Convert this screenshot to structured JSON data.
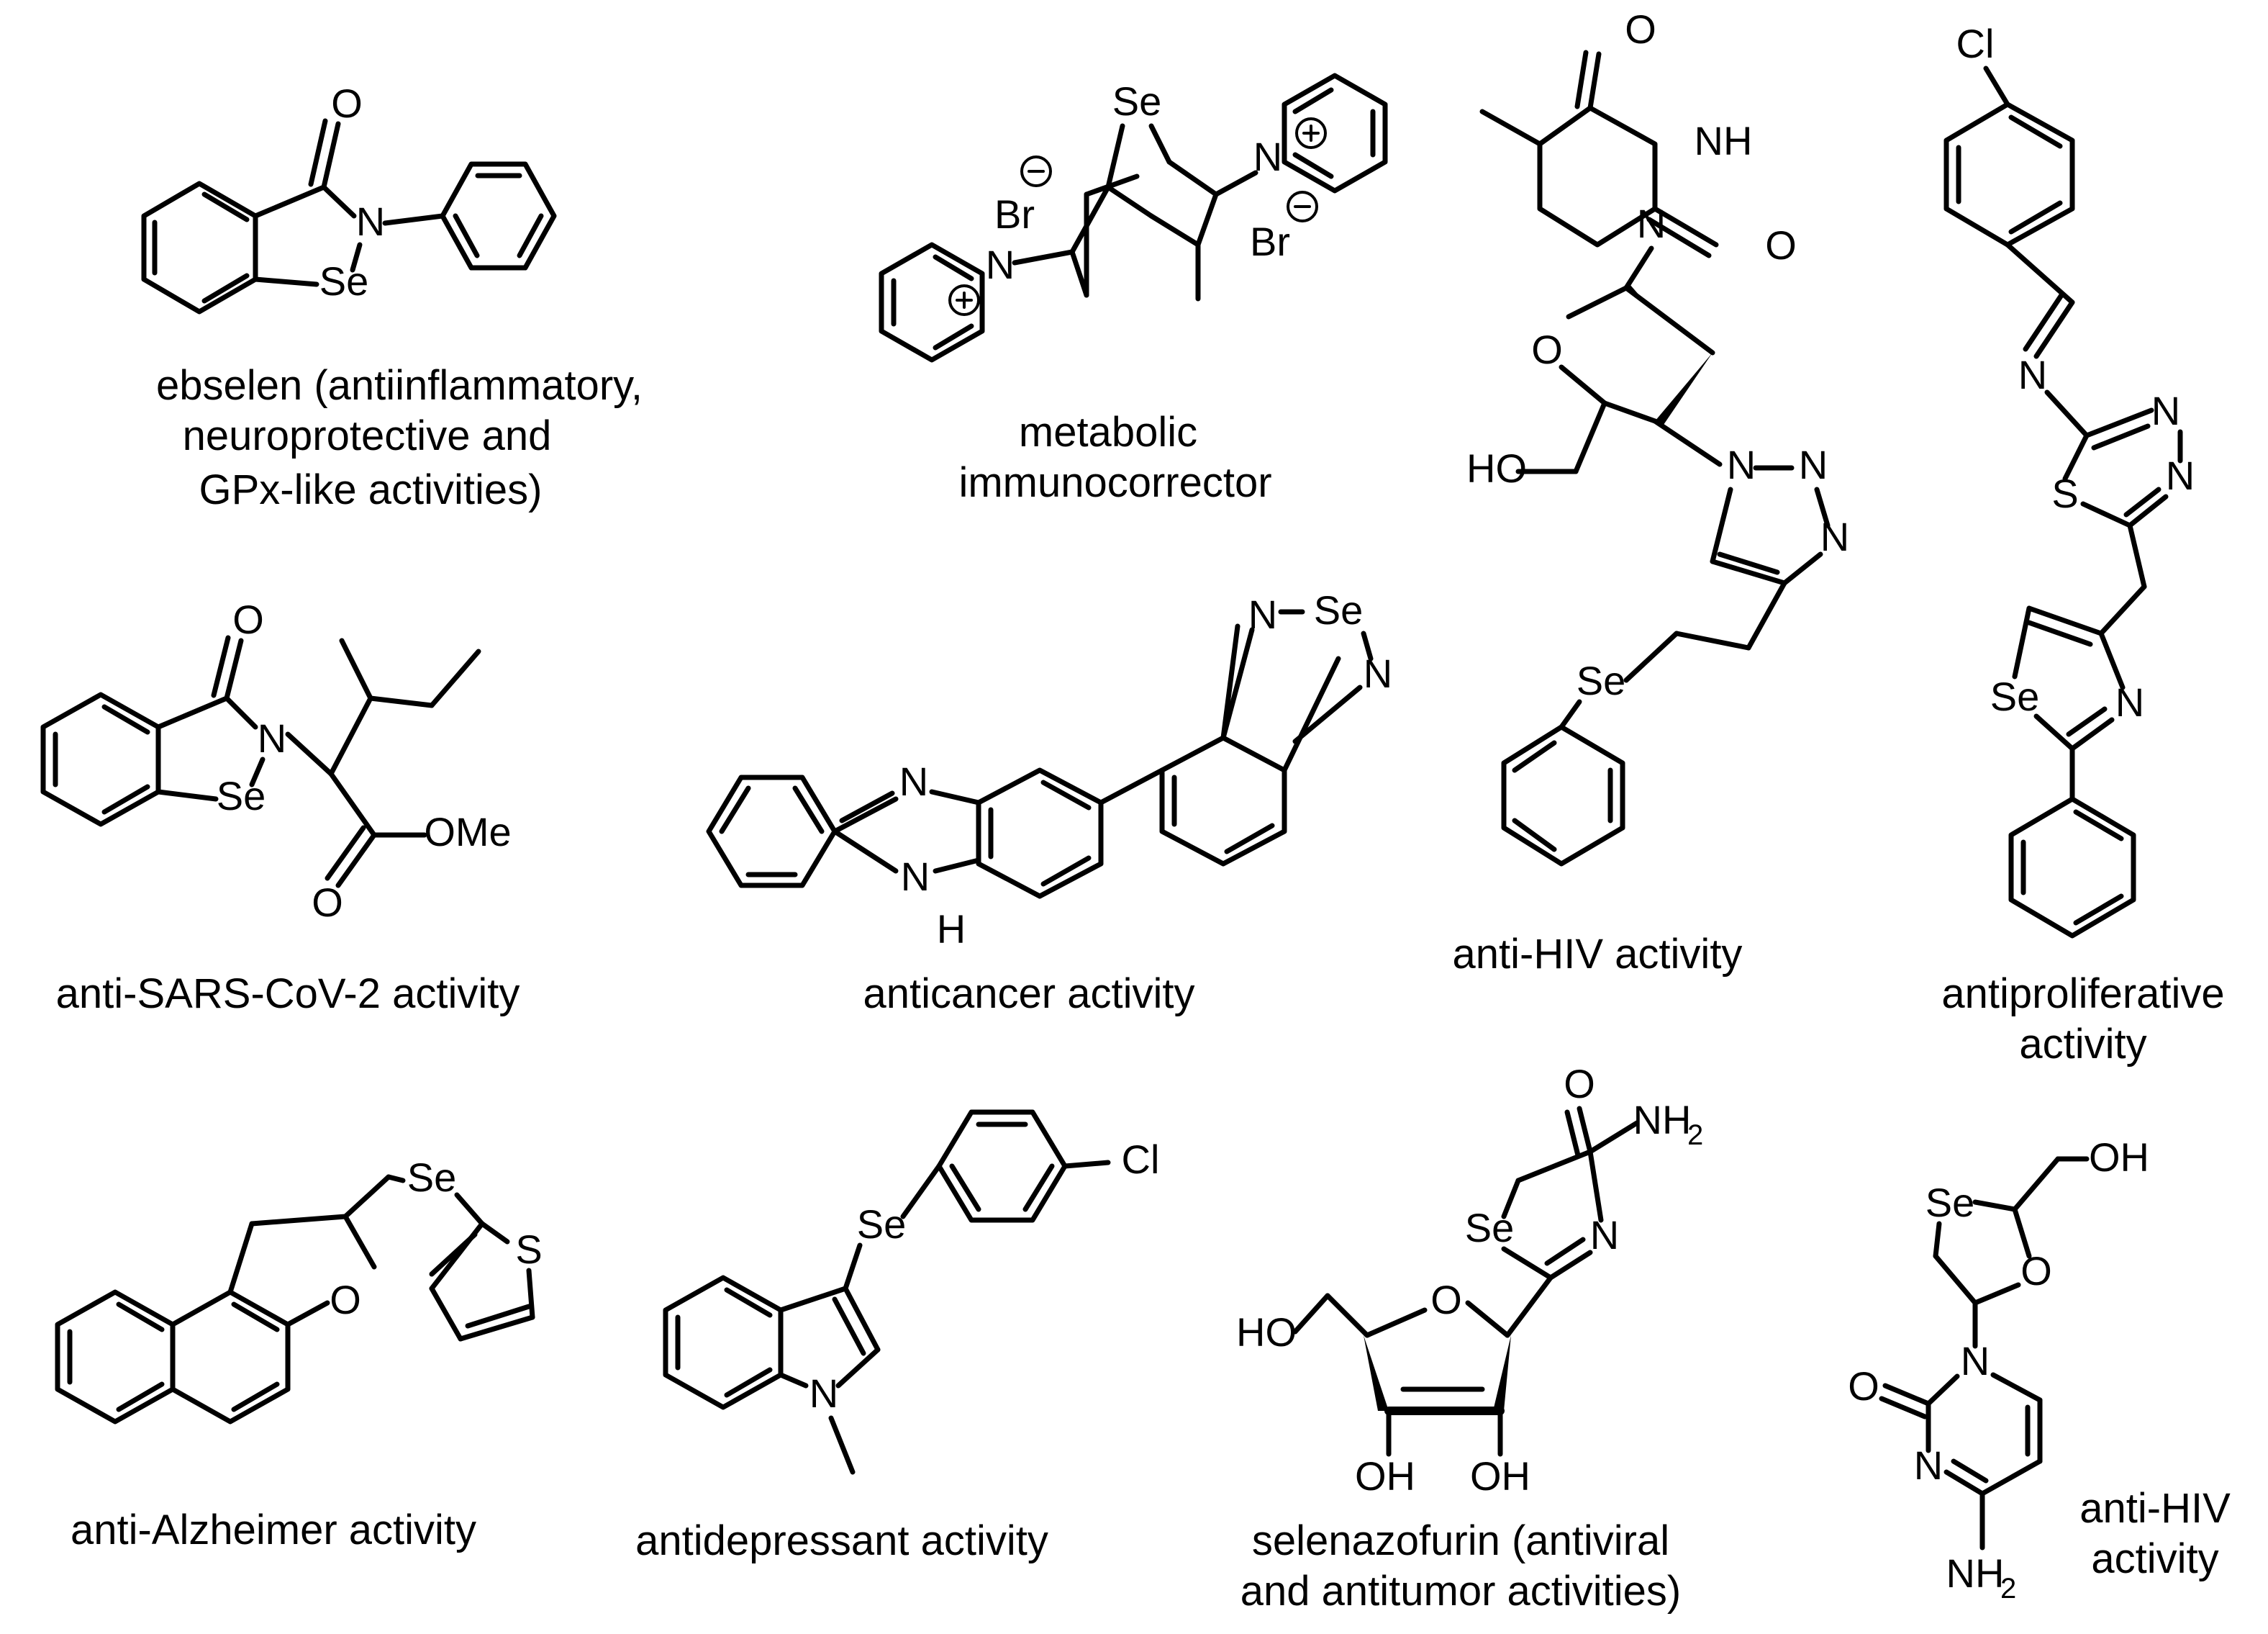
{
  "colors": {
    "selenium": "#ff0000",
    "sulfur": "#00a000",
    "default": "#000000"
  },
  "atoms": {
    "O": "O",
    "N": "N",
    "NH": "NH",
    "H": "H",
    "Se": "Se",
    "S": "S",
    "Cl": "Cl",
    "Br": "Br",
    "HO": "HO",
    "OH": "OH",
    "OMe": "OMe",
    "NH2_main": "NH",
    "NH2_sub": "2"
  },
  "captions": {
    "ebselen": [
      "ebselen (antiinflammatory,",
      "neuroprotective and",
      "GPx-like activities)"
    ],
    "metabolic": [
      "metabolic",
      "immunocorrector"
    ],
    "hiv1": [
      "anti-HIV activity"
    ],
    "antiproliferative": [
      "antiproliferative",
      "activity"
    ],
    "sars": [
      "anti-SARS-CoV-2 activity"
    ],
    "anticancer": [
      "anticancer activity"
    ],
    "alzheimer": [
      "anti-Alzheimer activity"
    ],
    "antidepressant": [
      "antidepressant activity"
    ],
    "selenazofurin": [
      "selenazofurin (antiviral",
      "and antitumor activities)"
    ],
    "hiv2": [
      "anti-HIV",
      "activity"
    ]
  }
}
